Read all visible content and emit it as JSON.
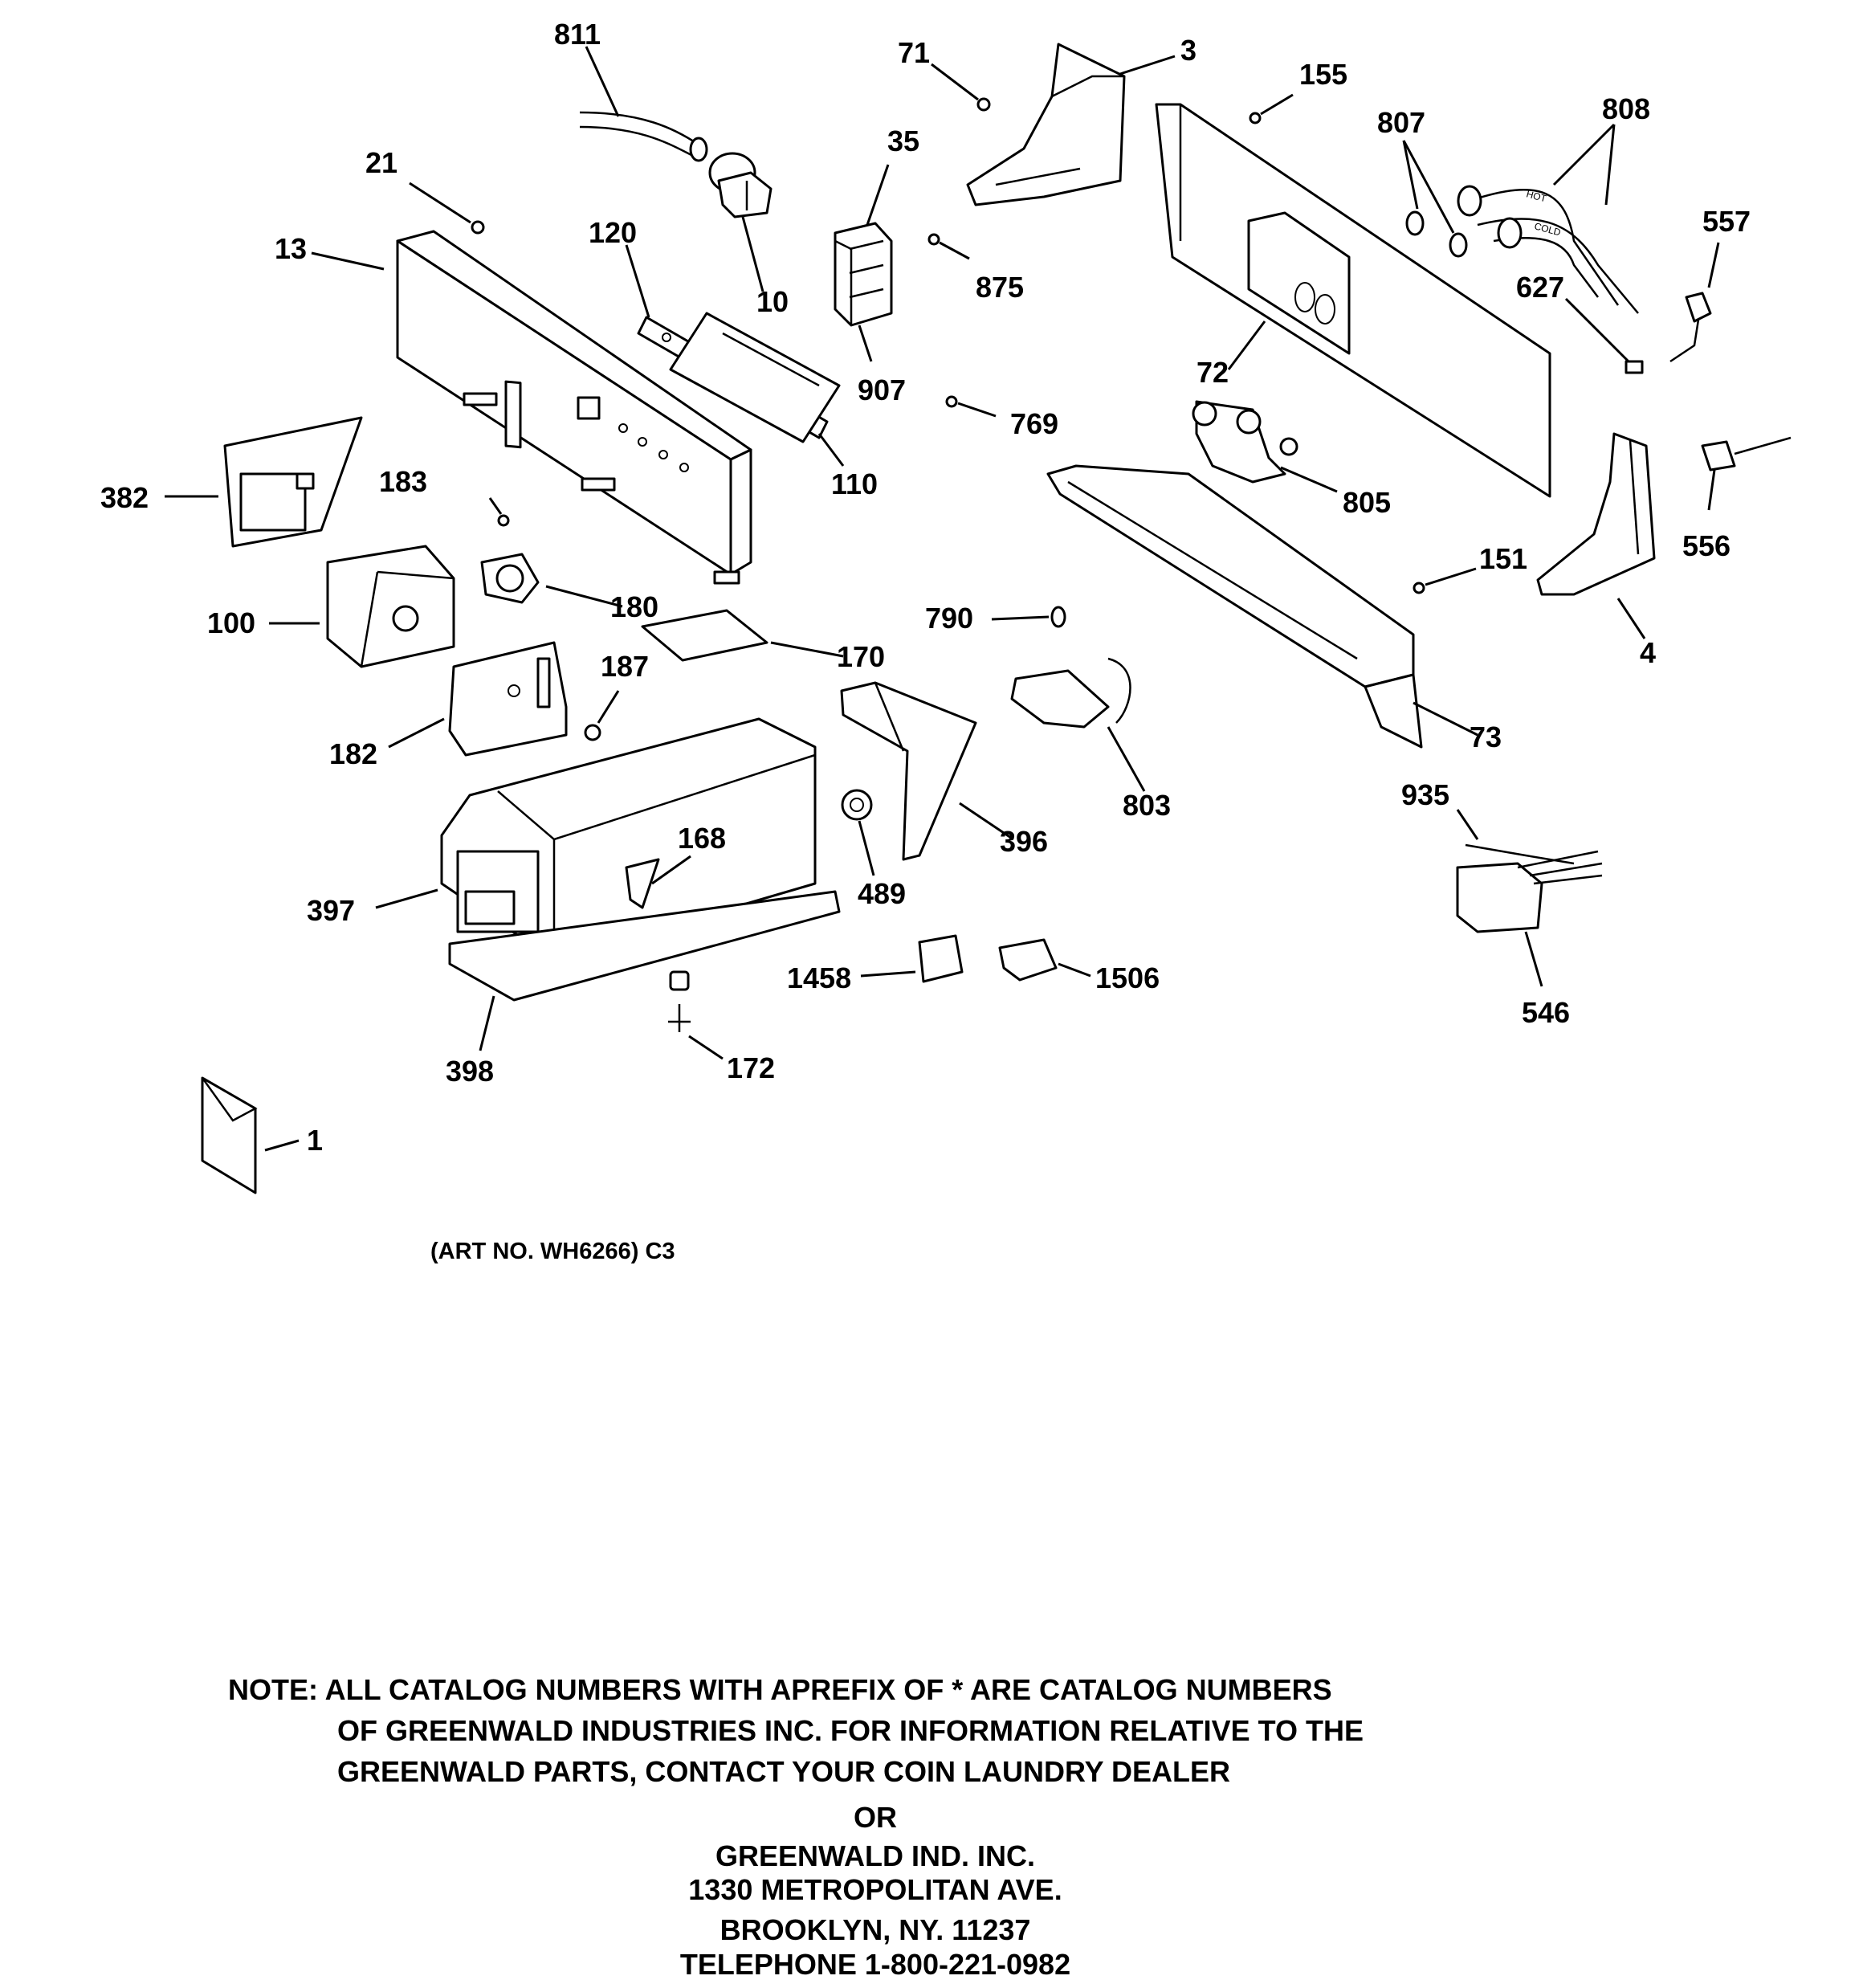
{
  "parts": [
    {
      "id": "p811",
      "label": "811"
    },
    {
      "id": "p71",
      "label": "71"
    },
    {
      "id": "p3",
      "label": "3"
    },
    {
      "id": "p155",
      "label": "155"
    },
    {
      "id": "p807",
      "label": "807"
    },
    {
      "id": "p808",
      "label": "808"
    },
    {
      "id": "p21",
      "label": "21"
    },
    {
      "id": "p35",
      "label": "35"
    },
    {
      "id": "p120",
      "label": "120"
    },
    {
      "id": "p13",
      "label": "13"
    },
    {
      "id": "p10",
      "label": "10"
    },
    {
      "id": "p875",
      "label": "875"
    },
    {
      "id": "p557",
      "label": "557"
    },
    {
      "id": "p627",
      "label": "627"
    },
    {
      "id": "p907",
      "label": "907"
    },
    {
      "id": "p72",
      "label": "72"
    },
    {
      "id": "p769",
      "label": "769"
    },
    {
      "id": "p382",
      "label": "382"
    },
    {
      "id": "p183",
      "label": "183"
    },
    {
      "id": "p110",
      "label": "110"
    },
    {
      "id": "p805",
      "label": "805"
    },
    {
      "id": "p556",
      "label": "556"
    },
    {
      "id": "p151",
      "label": "151"
    },
    {
      "id": "p100",
      "label": "100"
    },
    {
      "id": "p180",
      "label": "180"
    },
    {
      "id": "p790",
      "label": "790"
    },
    {
      "id": "p4",
      "label": "4"
    },
    {
      "id": "p170",
      "label": "170"
    },
    {
      "id": "p187",
      "label": "187"
    },
    {
      "id": "p73",
      "label": "73"
    },
    {
      "id": "p182",
      "label": "182"
    },
    {
      "id": "p803",
      "label": "803"
    },
    {
      "id": "p935",
      "label": "935"
    },
    {
      "id": "p168",
      "label": "168"
    },
    {
      "id": "p396",
      "label": "396"
    },
    {
      "id": "p397",
      "label": "397"
    },
    {
      "id": "p489",
      "label": "489"
    },
    {
      "id": "p1458",
      "label": "1458"
    },
    {
      "id": "p1506",
      "label": "1506"
    },
    {
      "id": "p546",
      "label": "546"
    },
    {
      "id": "p398",
      "label": "398"
    },
    {
      "id": "p172",
      "label": "172"
    },
    {
      "id": "p1",
      "label": "1"
    }
  ],
  "hose_labels": {
    "hot": "HOT",
    "cold": "COLD"
  },
  "art_number": "(ART NO. WH6266) C3",
  "note": {
    "line1": "NOTE: ALL CATALOG NUMBERS WITH APREFIX OF * ARE CATALOG NUMBERS",
    "line2": "OF GREENWALD INDUSTRIES INC. FOR INFORMATION RELATIVE TO THE",
    "line3": "GREENWALD PARTS, CONTACT YOUR COIN LAUNDRY DEALER",
    "or": "OR",
    "company": "GREENWALD IND. INC.",
    "street": "1330 METROPOLITAN AVE.",
    "city": "BROOKLYN, NY. 11237",
    "telephone": "TELEPHONE 1-800-221-0982"
  }
}
